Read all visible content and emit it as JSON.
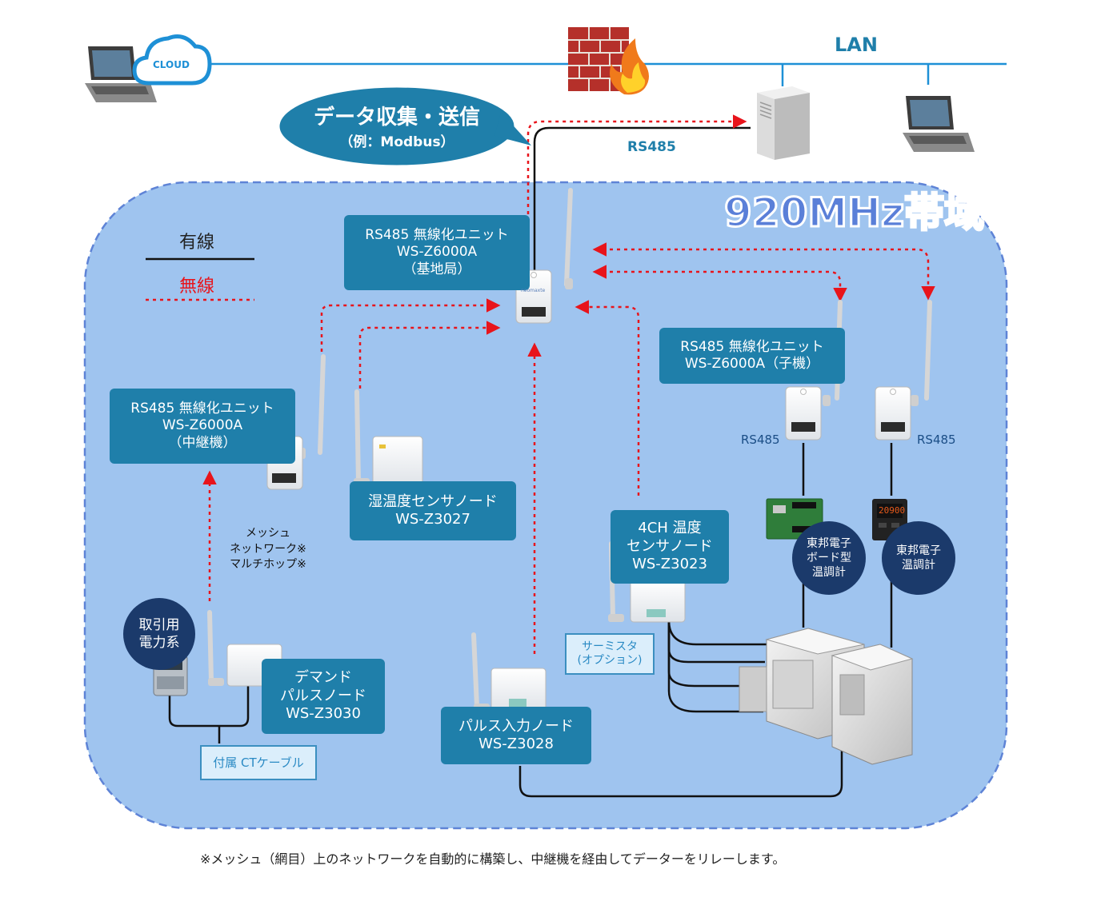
{
  "lan_label": "LAN",
  "cloud_label": "CLOUD",
  "rs485_top": "RS485",
  "band_label": "920MHz帯域",
  "bubble": {
    "line1": "データ収集・送信",
    "line2": "（例：Modbus）"
  },
  "legend": {
    "wired": "有線",
    "wireless": "無線"
  },
  "base_unit": {
    "line1": "RS485 無線化ユニット",
    "line2": "WS-Z6000A",
    "line3": "（基地局）"
  },
  "relay_unit": {
    "line1": "RS485 無線化ユニット",
    "line2": "WS-Z6000A",
    "line3": "（中継機）"
  },
  "child_unit": {
    "line1": "RS485 無線化ユニット",
    "line2": "WS-Z6000A（子機）"
  },
  "rs485_left": "RS485",
  "rs485_right": "RS485",
  "humidity_node": {
    "line1": "湿温度センサノード",
    "line2": "WS-Z3027"
  },
  "temp_node": {
    "line1": "4CH 温度",
    "line2": "センサノード",
    "line3": "WS-Z3023"
  },
  "pulse_node": {
    "line1": "パルス入力ノード",
    "line2": "WS-Z3028"
  },
  "demand_node": {
    "line1": "デマンド",
    "line2": "パルスノード",
    "line3": "WS-Z3030"
  },
  "mesh_note": {
    "line1": "メッシュ",
    "line2": "ネットワーク※",
    "line3": "マルチホップ※"
  },
  "power_circle": {
    "line1": "取引用",
    "line2": "電力系"
  },
  "board_circle": {
    "line1": "東邦電子",
    "line2": "ボード型",
    "line3": "温調計"
  },
  "controller_circle": {
    "line1": "東邦電子",
    "line2": "温調計"
  },
  "ct_callout": "付属 CTケーブル",
  "thermistor_callout": {
    "line1": "サーミスタ",
    "line2": "(オプション)"
  },
  "device_brand": "neomaxte",
  "controller_display": "20900",
  "footnote": "※メッシュ（網目）上のネットワークを自動的に構築し、中継機を経由してデーターをリレーします。",
  "colors": {
    "zone": "#9fc4ef",
    "label_bg": "#1f7faa",
    "circle_bg": "#1b3a6b",
    "wireless": "#e8141b",
    "lan": "#1e90d6"
  }
}
